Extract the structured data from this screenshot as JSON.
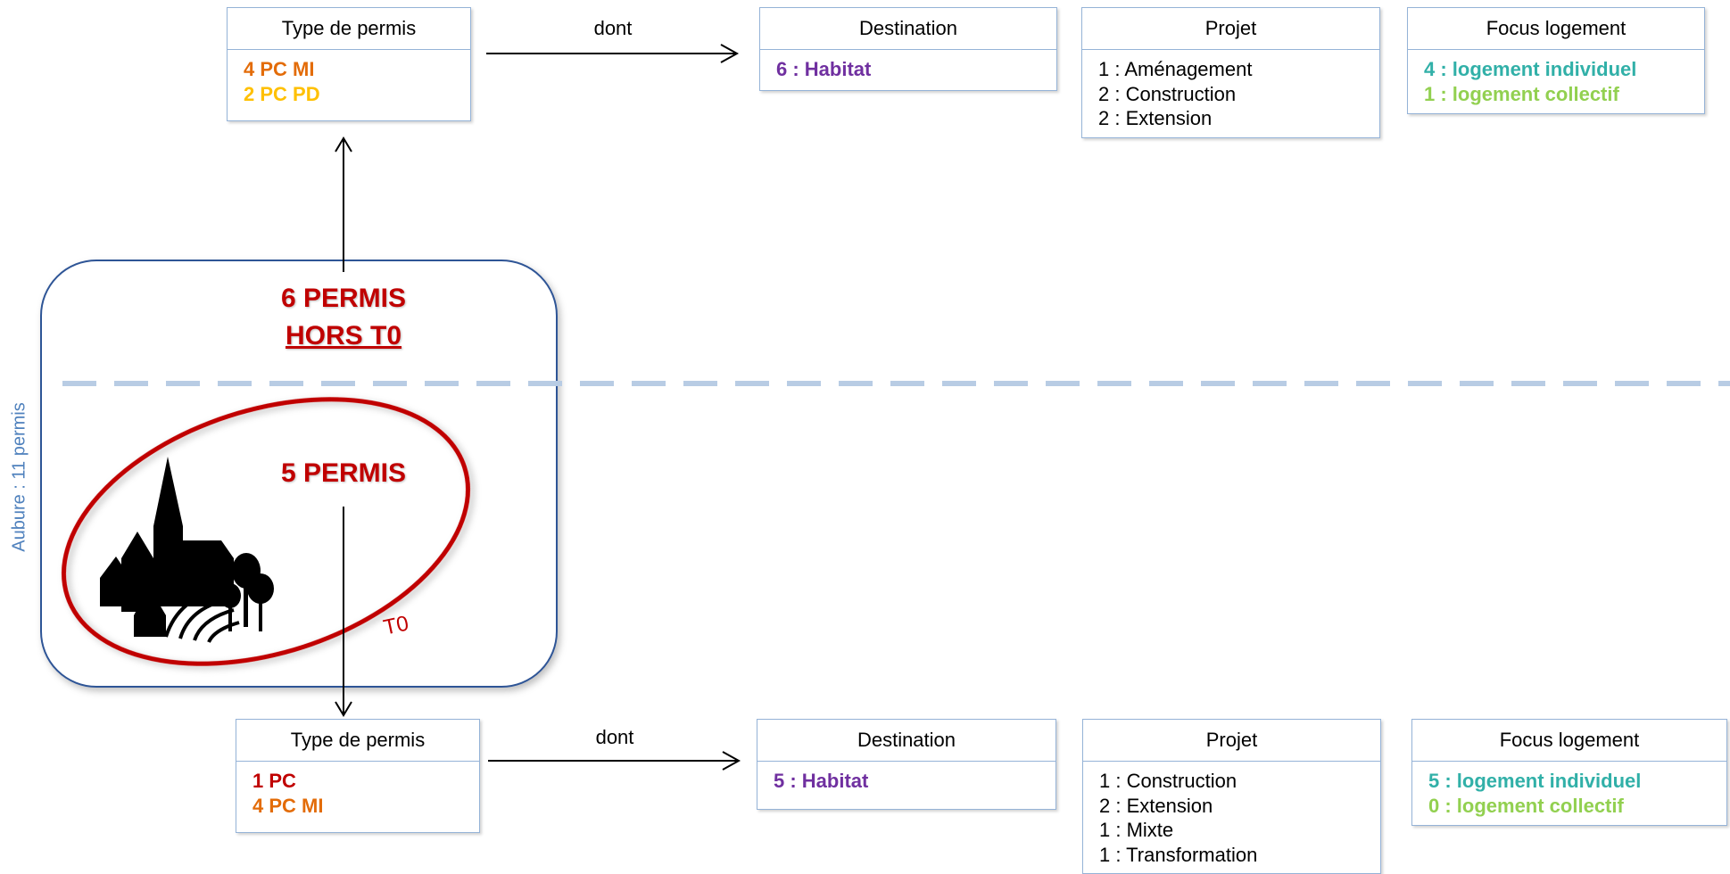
{
  "side_label": "Aubure : 11 permis",
  "upper": {
    "headline_line1": "6 PERMIS",
    "headline_line2": "HORS T0",
    "arrow_label": "dont",
    "type_permis": {
      "title": "Type de permis",
      "items": [
        {
          "text": "4 PC MI",
          "color": "#e36c09"
        },
        {
          "text": "2 PC PD",
          "color": "#ffc000"
        }
      ]
    },
    "destination": {
      "title": "Destination",
      "items": [
        {
          "text": "6 : Habitat",
          "color": "#7030a0"
        }
      ]
    },
    "projet": {
      "title": "Projet",
      "items": [
        "1 : Aménagement",
        "2 : Construction",
        "2 : Extension"
      ]
    },
    "focus": {
      "title": "Focus logement",
      "items": [
        {
          "text": "4 : logement individuel",
          "color": "#31b0a8"
        },
        {
          "text": "1 : logement collectif",
          "color": "#92d050"
        }
      ]
    }
  },
  "lower": {
    "headline": "5 PERMIS",
    "zone_label": "T0",
    "arrow_label": "dont",
    "type_permis": {
      "title": "Type de permis",
      "items": [
        {
          "text": "1 PC",
          "color": "#c00000"
        },
        {
          "text": "4 PC MI",
          "color": "#e36c09"
        }
      ]
    },
    "destination": {
      "title": "Destination",
      "items": [
        {
          "text": "5 : Habitat",
          "color": "#7030a0"
        }
      ]
    },
    "projet": {
      "title": "Projet",
      "items": [
        "1 : Construction",
        "2 : Extension",
        "1 : Mixte",
        "1 : Transformation"
      ]
    },
    "focus": {
      "title": "Focus logement",
      "items": [
        {
          "text": "5 : logement individuel",
          "color": "#31b0a8"
        },
        {
          "text": "0 : logement collectif",
          "color": "#92d050"
        }
      ]
    }
  },
  "colors": {
    "box_border": "#95b3d7",
    "dashed_divider": "#b8cce4",
    "territory_border": "#2f5496",
    "t0_ellipse": "#c00000"
  }
}
